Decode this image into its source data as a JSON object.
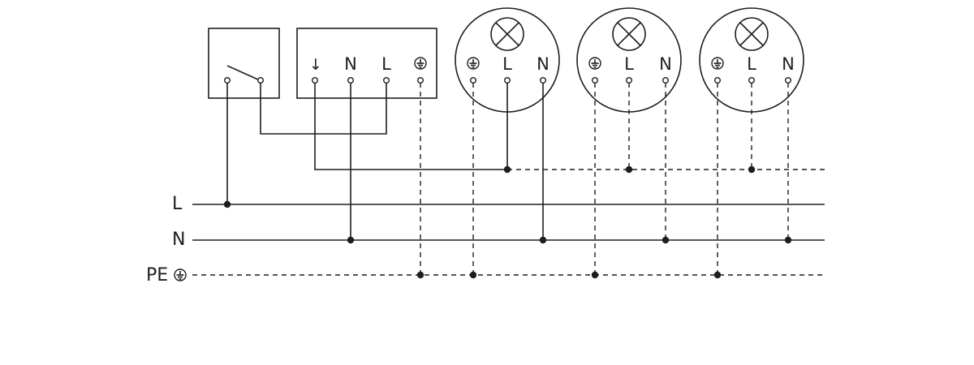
{
  "buses": {
    "l_label": "L",
    "n_label": "N",
    "pe_label": "PE"
  },
  "switch_box": {
    "terminals": 2
  },
  "control_box": {
    "labels": [
      "↓",
      "N",
      "L",
      "⏚"
    ]
  },
  "luminaires": [
    {
      "labels": [
        "⏚",
        "L",
        "N"
      ]
    },
    {
      "labels": [
        "⏚",
        "L",
        "N"
      ]
    },
    {
      "labels": [
        "⏚",
        "L",
        "N"
      ]
    }
  ],
  "icons": {
    "earth": "earth-ground-icon",
    "lamp": "lamp-cross-icon",
    "switch": "switch-contact-icon"
  },
  "colors": {
    "line": "#1e1e1e",
    "background": "#ffffff"
  }
}
